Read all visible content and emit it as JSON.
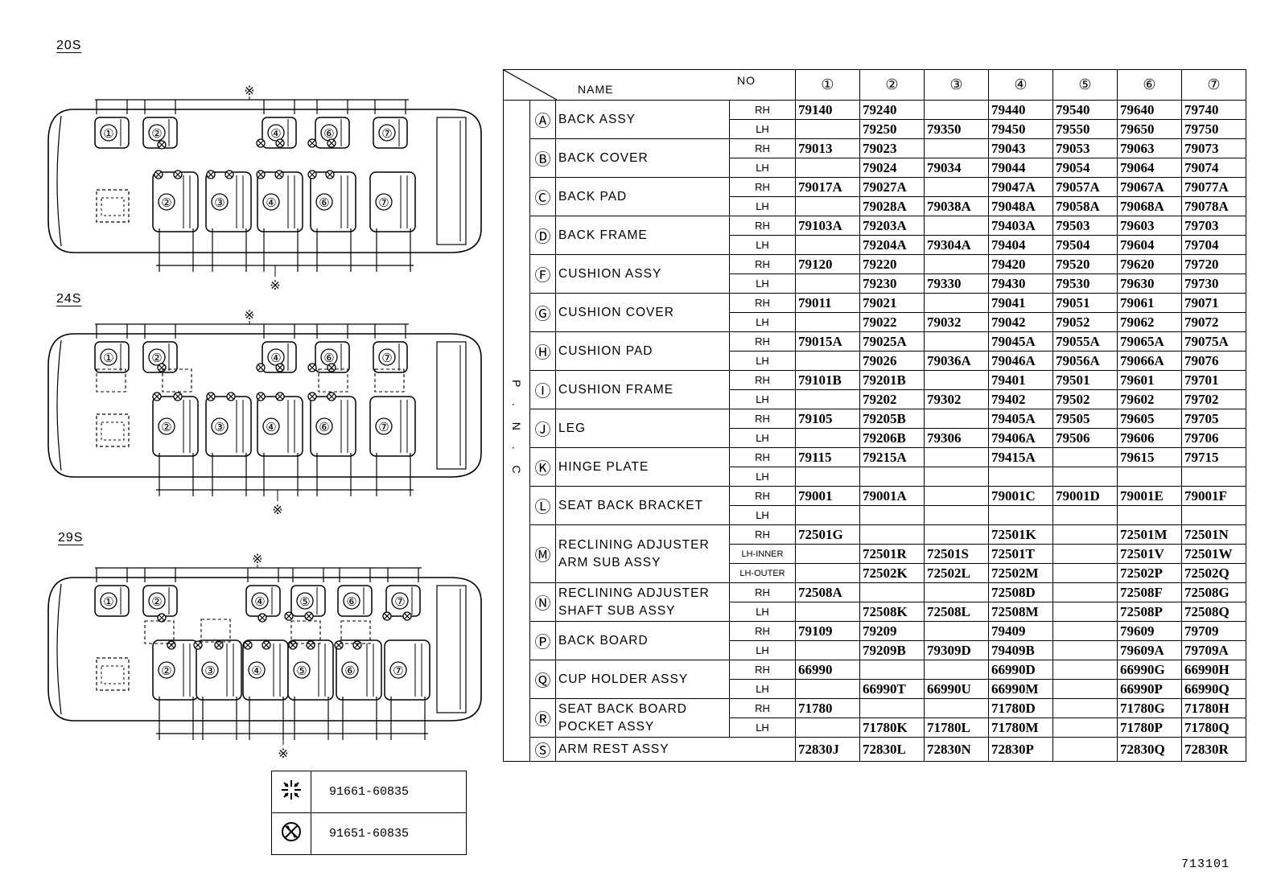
{
  "layouts": [
    {
      "label": "20S",
      "top_seats": [
        "①",
        "②",
        "④",
        "⑥",
        "⑦"
      ],
      "bottom_seats": [
        "②",
        "③",
        "④",
        "⑥",
        "⑦"
      ]
    },
    {
      "label": "24S",
      "top_seats": [
        "①",
        "②",
        "④",
        "⑥",
        "⑦"
      ],
      "bottom_seats": [
        "②",
        "③",
        "④",
        "⑥",
        "⑦"
      ]
    },
    {
      "label": "29S",
      "top_seats": [
        "①",
        "②",
        "④",
        "⑤",
        "⑥",
        "⑦"
      ],
      "bottom_seats": [
        "②",
        "③",
        "④",
        "⑤",
        "⑥",
        "⑦"
      ]
    }
  ],
  "asterisk": "※",
  "table": {
    "name_header": "NAME",
    "no_header": "NO",
    "pnc_label": "P . N . C",
    "columns": [
      "①",
      "②",
      "③",
      "④",
      "⑤",
      "⑥",
      "⑦"
    ],
    "parts": [
      {
        "letter": "Ⓐ",
        "name": "BACK ASSY",
        "rows": [
          {
            "side": "RH",
            "values": [
              "79140",
              "79240",
              "",
              "79440",
              "79540",
              "79640",
              "79740"
            ]
          },
          {
            "side": "LH",
            "values": [
              "",
              "79250",
              "79350",
              "79450",
              "79550",
              "79650",
              "79750"
            ]
          }
        ]
      },
      {
        "letter": "Ⓑ",
        "name": "BACK COVER",
        "rows": [
          {
            "side": "RH",
            "values": [
              "79013",
              "79023",
              "",
              "79043",
              "79053",
              "79063",
              "79073"
            ]
          },
          {
            "side": "LH",
            "values": [
              "",
              "79024",
              "79034",
              "79044",
              "79054",
              "79064",
              "79074"
            ]
          }
        ]
      },
      {
        "letter": "Ⓒ",
        "name": "BACK PAD",
        "rows": [
          {
            "side": "RH",
            "values": [
              "79017A",
              "79027A",
              "",
              "79047A",
              "79057A",
              "79067A",
              "79077A"
            ]
          },
          {
            "side": "LH",
            "values": [
              "",
              "79028A",
              "79038A",
              "79048A",
              "79058A",
              "79068A",
              "79078A"
            ]
          }
        ]
      },
      {
        "letter": "Ⓓ",
        "name": "BACK FRAME",
        "rows": [
          {
            "side": "RH",
            "values": [
              "79103A",
              "79203A",
              "",
              "79403A",
              "79503",
              "79603",
              "79703"
            ]
          },
          {
            "side": "LH",
            "values": [
              "",
              "79204A",
              "79304A",
              "79404",
              "79504",
              "79604",
              "79704"
            ]
          }
        ]
      },
      {
        "letter": "Ⓕ",
        "name": "CUSHION ASSY",
        "rows": [
          {
            "side": "RH",
            "values": [
              "79120",
              "79220",
              "",
              "79420",
              "79520",
              "79620",
              "79720"
            ]
          },
          {
            "side": "LH",
            "values": [
              "",
              "79230",
              "79330",
              "79430",
              "79530",
              "79630",
              "79730"
            ]
          }
        ]
      },
      {
        "letter": "Ⓖ",
        "name": "CUSHION COVER",
        "rows": [
          {
            "side": "RH",
            "values": [
              "79011",
              "79021",
              "",
              "79041",
              "79051",
              "79061",
              "79071"
            ]
          },
          {
            "side": "LH",
            "values": [
              "",
              "79022",
              "79032",
              "79042",
              "79052",
              "79062",
              "79072"
            ]
          }
        ]
      },
      {
        "letter": "Ⓗ",
        "name": "CUSHION PAD",
        "rows": [
          {
            "side": "RH",
            "values": [
              "79015A",
              "79025A",
              "",
              "79045A",
              "79055A",
              "79065A",
              "79075A"
            ]
          },
          {
            "side": "LH",
            "values": [
              "",
              "79026",
              "79036A",
              "79046A",
              "79056A",
              "79066A",
              "79076"
            ]
          }
        ]
      },
      {
        "letter": "Ⓘ",
        "name": "CUSHION FRAME",
        "rows": [
          {
            "side": "RH",
            "values": [
              "79101B",
              "79201B",
              "",
              "79401",
              "79501",
              "79601",
              "79701"
            ]
          },
          {
            "side": "LH",
            "values": [
              "",
              "79202",
              "79302",
              "79402",
              "79502",
              "79602",
              "79702"
            ]
          }
        ]
      },
      {
        "letter": "Ⓙ",
        "name": "LEG",
        "rows": [
          {
            "side": "RH",
            "values": [
              "79105",
              "79205B",
              "",
              "79405A",
              "79505",
              "79605",
              "79705"
            ]
          },
          {
            "side": "LH",
            "values": [
              "",
              "79206B",
              "79306",
              "79406A",
              "79506",
              "79606",
              "79706"
            ]
          }
        ]
      },
      {
        "letter": "Ⓚ",
        "name": "HINGE PLATE",
        "rows": [
          {
            "side": "RH",
            "values": [
              "79115",
              "79215A",
              "",
              "79415A",
              "",
              "79615",
              "79715"
            ]
          },
          {
            "side": "LH",
            "values": [
              "",
              "",
              "",
              "",
              "",
              "",
              ""
            ]
          }
        ]
      },
      {
        "letter": "Ⓛ",
        "name": "SEAT BACK BRACKET",
        "rows": [
          {
            "side": "RH",
            "values": [
              "79001",
              "79001A",
              "",
              "79001C",
              "79001D",
              "79001E",
              "79001F"
            ]
          },
          {
            "side": "LH",
            "values": [
              "",
              "",
              "",
              "",
              "",
              "",
              ""
            ]
          }
        ]
      },
      {
        "letter": "Ⓜ",
        "name": "RECLINING ADJUSTER ARM SUB ASSY",
        "rows": [
          {
            "side": "RH",
            "values": [
              "72501G",
              "",
              "",
              "72501K",
              "",
              "72501M",
              "72501N"
            ]
          },
          {
            "side": "LH-INNER",
            "values": [
              "",
              "72501R",
              "72501S",
              "72501T",
              "",
              "72501V",
              "72501W"
            ]
          },
          {
            "side": "LH-OUTER",
            "values": [
              "",
              "72502K",
              "72502L",
              "72502M",
              "",
              "72502P",
              "72502Q"
            ]
          }
        ]
      },
      {
        "letter": "Ⓝ",
        "name": "RECLINING ADJUSTER SHAFT SUB ASSY",
        "rows": [
          {
            "side": "RH",
            "values": [
              "72508A",
              "",
              "",
              "72508D",
              "",
              "72508F",
              "72508G"
            ]
          },
          {
            "side": "LH",
            "values": [
              "",
              "72508K",
              "72508L",
              "72508M",
              "",
              "72508P",
              "72508Q"
            ]
          }
        ]
      },
      {
        "letter": "Ⓟ",
        "name": "BACK BOARD",
        "rows": [
          {
            "side": "RH",
            "values": [
              "79109",
              "79209",
              "",
              "79409",
              "",
              "79609",
              "79709"
            ]
          },
          {
            "side": "LH",
            "values": [
              "",
              "79209B",
              "79309D",
              "79409B",
              "",
              "79609A",
              "79709A"
            ]
          }
        ]
      },
      {
        "letter": "Ⓠ",
        "name": "CUP HOLDER ASSY",
        "rows": [
          {
            "side": "RH",
            "values": [
              "66990",
              "",
              "",
              "66990D",
              "",
              "66990G",
              "66990H"
            ]
          },
          {
            "side": "LH",
            "values": [
              "",
              "66990T",
              "66990U",
              "66990M",
              "",
              "66990P",
              "66990Q"
            ]
          }
        ]
      },
      {
        "letter": "Ⓡ",
        "name": "SEAT BACK BOARD POCKET ASSY",
        "rows": [
          {
            "side": "RH",
            "values": [
              "71780",
              "",
              "",
              "71780D",
              "",
              "71780G",
              "71780H"
            ]
          },
          {
            "side": "LH",
            "values": [
              "",
              "71780K",
              "71780L",
              "71780M",
              "",
              "71780P",
              "71780Q"
            ]
          }
        ]
      },
      {
        "letter": "Ⓢ",
        "name": "ARM REST ASSY",
        "rows": [
          {
            "side": "",
            "values": [
              "72830J",
              "72830L",
              "72830N",
              "72830P",
              "",
              "72830Q",
              "72830R"
            ]
          }
        ]
      }
    ]
  },
  "legend": [
    {
      "symbol": "asterisk-bolt-icon",
      "part": "91661-60835"
    },
    {
      "symbol": "circle-x-bolt-icon",
      "part": "91651-60835"
    }
  ],
  "figure_id": "713101"
}
